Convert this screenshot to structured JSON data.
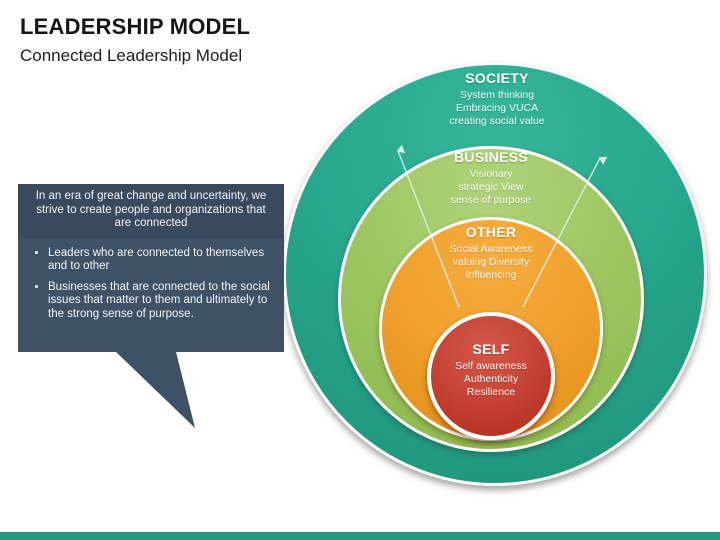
{
  "slide": {
    "title": "LEADERSHIP MODEL",
    "subtitle": "Connected Leadership Model"
  },
  "speech_bubble": {
    "header": "In an era  of great change and uncertainty, we strive to create people and organizations that are connected",
    "bullets": [
      "Leaders who are connected to themselves and to other",
      "Businesses that are connected to the social issues that matter to  them and ultimately to the strong sense of purpose."
    ]
  },
  "diagram": {
    "rings": [
      {
        "id": "society",
        "label": "SOCIETY",
        "lines": [
          "System thinking",
          "Embracing VUCA",
          "creating social value"
        ],
        "color": "#26A68C"
      },
      {
        "id": "business",
        "label": "BUSINESS",
        "lines": [
          "Visionary",
          "strategic View",
          "sense of purpose"
        ],
        "color": "#9CC560"
      },
      {
        "id": "other",
        "label": "OTHER",
        "lines": [
          "Social Awareness",
          "valuing Diversity",
          "Influencing"
        ],
        "color": "#EFA02B"
      },
      {
        "id": "self",
        "label": "SELF",
        "lines": [
          "Self awareness",
          "Authenticity",
          "Resilience"
        ],
        "color": "#C64335"
      }
    ]
  },
  "colors": {
    "bubble_body": "#3F5165",
    "bubble_header": "#394A5E",
    "footer_bar": "#1F9C80",
    "ring_border": "#FFFFFF",
    "arrow": "#EAF2EF"
  }
}
